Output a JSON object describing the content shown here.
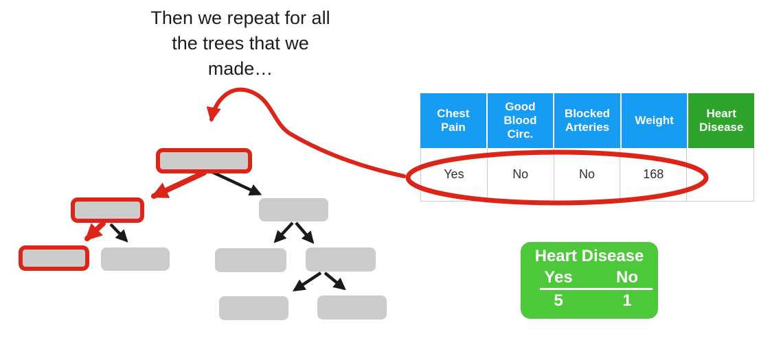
{
  "title": {
    "lines": [
      "Then we repeat for all",
      "the trees that we",
      "made…"
    ]
  },
  "table": {
    "headers": [
      "Chest Pain",
      "Good Blood Circ.",
      "Blocked Arteries",
      "Weight",
      "Heart Disease"
    ],
    "rows": [
      [
        "Yes",
        "No",
        "No",
        "168",
        ""
      ]
    ]
  },
  "summary_box": {
    "title": "Heart Disease",
    "col_labels": [
      "Yes",
      "No"
    ],
    "counts": [
      "5",
      "1"
    ]
  },
  "tree": {
    "decision_color": "#169CF2",
    "leaf_color": "#4CC83A",
    "highlight_color": "#DC2419",
    "nodes": [
      {
        "id": "root",
        "kind": "decision",
        "highlighted": true
      },
      {
        "id": "split-left",
        "kind": "decision",
        "highlighted": true
      },
      {
        "id": "split-right",
        "kind": "decision",
        "highlighted": false
      },
      {
        "id": "leaf-ll",
        "kind": "leaf",
        "highlighted": true
      },
      {
        "id": "leaf-lm",
        "kind": "leaf",
        "highlighted": false
      },
      {
        "id": "leaf-rl",
        "kind": "leaf",
        "highlighted": false
      },
      {
        "id": "split-rr",
        "kind": "decision",
        "highlighted": false
      },
      {
        "id": "leaf-bl",
        "kind": "leaf",
        "highlighted": false
      },
      {
        "id": "leaf-br",
        "kind": "leaf",
        "highlighted": false
      }
    ]
  },
  "colors": {
    "blue": "#169CF2",
    "green": "#4CC83A",
    "green_dark": "#2FA42C",
    "red": "#DC2419",
    "ink": "#1A1A1A"
  }
}
